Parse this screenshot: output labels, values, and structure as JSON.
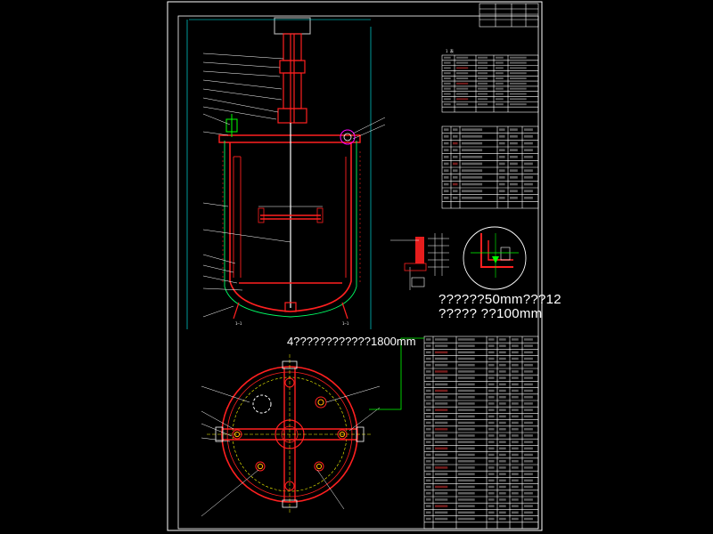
{
  "drawing": {
    "colors": {
      "background": "#000000",
      "frame": "#ffffff",
      "vessel": "#ff2020",
      "jacket_outline": "#00ff66",
      "leader": "#ffffff",
      "gear": "#00ff00",
      "magenta": "#ff00ff",
      "yellow": "#ffff00",
      "cyan": "#00ffff"
    },
    "notes": {
      "note_1": "??????50mm???12",
      "note_2": "?????  ??100mm",
      "note_3": "4????????????1800mm"
    },
    "tables": {
      "title_block_rows": 5,
      "technical_table_rows": 11,
      "nozzle_table_rows": 12,
      "parts_list_rows": 30
    }
  }
}
